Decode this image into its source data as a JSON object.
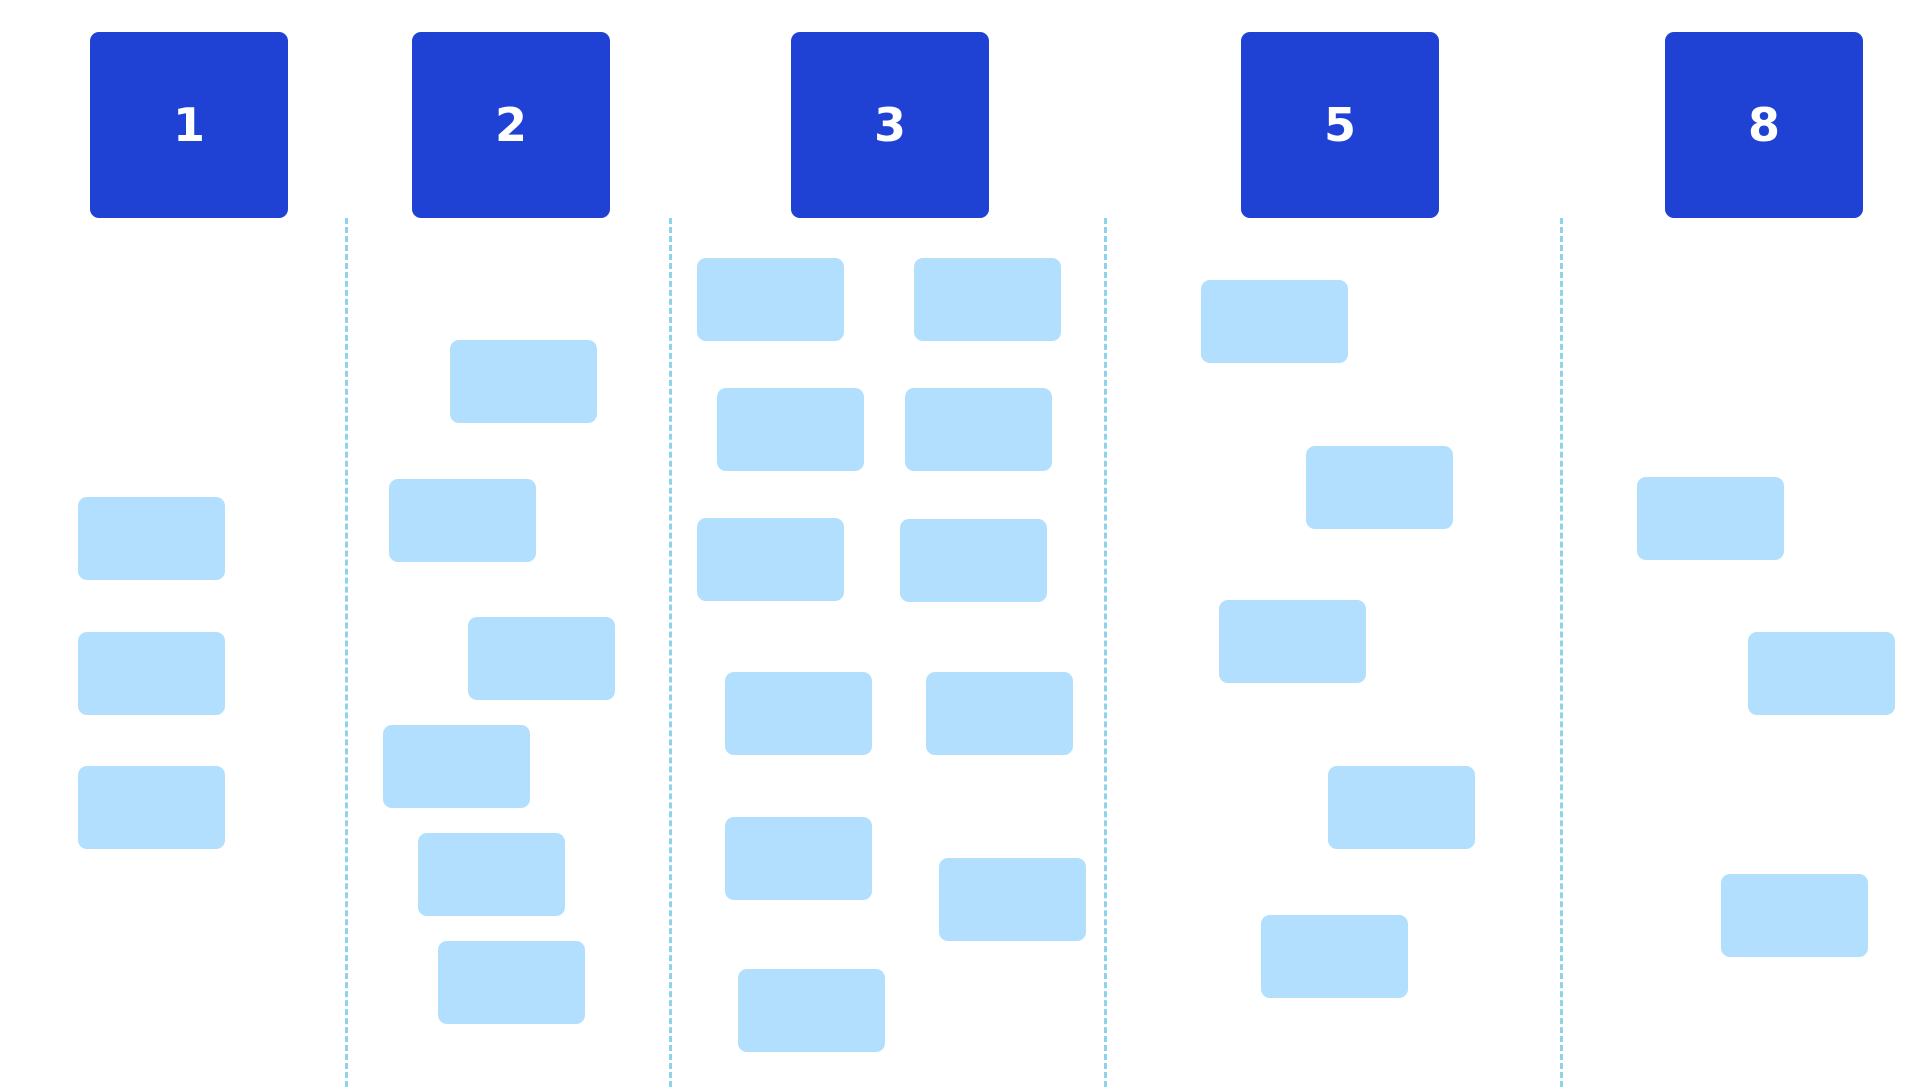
{
  "columns": [
    {
      "label": "1",
      "card_count": 3
    },
    {
      "label": "2",
      "card_count": 6
    },
    {
      "label": "3",
      "card_count": 11
    },
    {
      "label": "5",
      "card_count": 5
    },
    {
      "label": "8",
      "card_count": 3
    }
  ],
  "colors": {
    "header_fill": "#1f41d4",
    "header_text": "#ffffff",
    "card_fill": "#b2dffd",
    "divider": "#8fd3ea",
    "background": "#ffffff"
  }
}
